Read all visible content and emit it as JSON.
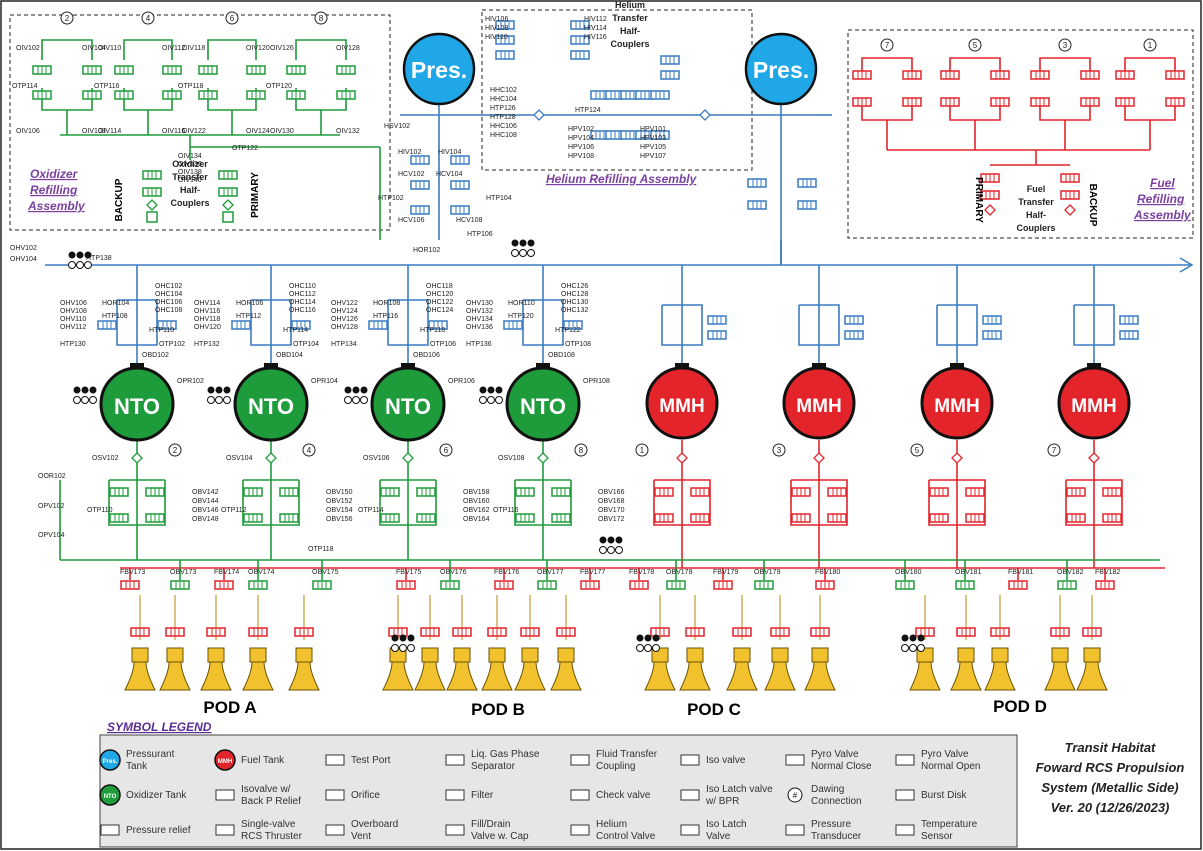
{
  "colors": {
    "oxidizer": "#1e9b3a",
    "fuel": "#e3242b",
    "helium": "#3a7cc2",
    "tank_blue": "#1fa7e8",
    "thruster": "#f2c12e",
    "assembly_label": "#7a3fa0",
    "legend_title": "#5a2d91"
  },
  "tanks": {
    "pressurant": [
      {
        "label": "Pres."
      },
      {
        "label": "Pres."
      }
    ],
    "oxidizer": [
      {
        "label": "NTO"
      },
      {
        "label": "NTO"
      },
      {
        "label": "NTO"
      },
      {
        "label": "NTO"
      }
    ],
    "fuel": [
      {
        "label": "MMH"
      },
      {
        "label": "MMH"
      },
      {
        "label": "MMH"
      },
      {
        "label": "MMH"
      }
    ]
  },
  "assemblies": {
    "oxidizer_refilling": [
      "Oxidizer",
      "Refilling",
      "Assembly"
    ],
    "helium_refilling": "Helium Refilling Assembly",
    "fuel_refilling": [
      "Fuel",
      "Refilling",
      "Assembly"
    ],
    "oxidizer_couplers": [
      "Oxidizer",
      "Transfer",
      "Half-",
      "Couplers"
    ],
    "fuel_couplers": [
      "Fuel",
      "Transfer",
      "Half-",
      "Couplers"
    ],
    "helium_couplers": [
      "Helium",
      "Transfer",
      "Half-",
      "Couplers"
    ],
    "backup": "BACKUP",
    "primary": "PRIMARY"
  },
  "coupler_numbers": {
    "oxidizer": [
      "2",
      "4",
      "6",
      "8"
    ],
    "fuel": [
      "7",
      "5",
      "3",
      "1"
    ]
  },
  "tank_numbers": {
    "oxidizer": [
      "2",
      "4",
      "6",
      "8"
    ],
    "fuel": [
      "1",
      "3",
      "5",
      "7"
    ]
  },
  "pods": [
    "POD A",
    "POD B",
    "POD C",
    "POD D"
  ],
  "valve_labels": {
    "oiv_top": [
      "OIV102",
      "OIV104",
      "OIV110",
      "OIV112",
      "OIV118",
      "OIV120",
      "OIV126",
      "OIV128"
    ],
    "oiv_bottom": [
      "OIV106",
      "OIV108",
      "OIV114",
      "OIV116",
      "OIV122",
      "OIV124",
      "OIV130",
      "OIV132"
    ],
    "otp_top": [
      "OTP114",
      "OTP116",
      "OTP118",
      "OTP120"
    ],
    "oiv_center": [
      "OIV134",
      "OIV136",
      "OIV138",
      "OIV140"
    ],
    "otp122": "OTP122",
    "hiv_top": [
      "HIV106",
      "HIV108",
      "HIV110",
      "HIV112",
      "HIV114",
      "HIV116"
    ],
    "hhc": [
      "HHC102",
      "HHC104",
      "HTP126",
      "HTP128",
      "HHC106",
      "HHC108"
    ],
    "htp124": "HTP124",
    "hpv_left": [
      "HPV102",
      "HPV104",
      "HPV106",
      "HPV108"
    ],
    "hpv_right": [
      "HPV101",
      "HPV103",
      "HPV105",
      "HPV107"
    ],
    "hsv102": "HSV102",
    "hiv_mid": [
      "HIV102",
      "HIV104"
    ],
    "hcv": [
      "HCV102",
      "HCV104",
      "HCV106",
      "HCV108"
    ],
    "htp_mid": [
      "HTP102",
      "HTP104",
      "HTP106"
    ],
    "hor102": "HOR102",
    "ohv": [
      "OHV102",
      "OHV104"
    ],
    "htp138": "HTP138",
    "ohv_groups": [
      [
        "OHV106",
        "OHV108",
        "OHV110",
        "OHV112"
      ],
      [
        "OHV114",
        "OHV116",
        "OHV118",
        "OHV120"
      ],
      [
        "OHV122",
        "OHV124",
        "OHV126",
        "OHV128"
      ],
      [
        "OHV130",
        "OHV132",
        "OHV134",
        "OHV136"
      ]
    ],
    "ohc_groups": [
      [
        "OHC102",
        "OHC104",
        "OHC106",
        "OHC108"
      ],
      [
        "OHC110",
        "OHC112",
        "OHC114",
        "OHC116"
      ],
      [
        "OHC118",
        "OHC120",
        "OHC122",
        "OHC124"
      ],
      [
        "OHC126",
        "OHC128",
        "OHC130",
        "OHC132"
      ]
    ],
    "hor": [
      "HOR104",
      "HOR106",
      "HOR108",
      "HOR110"
    ],
    "htp_a": [
      "HTP108",
      "HTP112",
      "HTP116",
      "HTP120"
    ],
    "htp_b": [
      "HTP110",
      "HTP114",
      "HTP118",
      "HTP122"
    ],
    "htp_c": [
      "HTP130",
      "HTP132",
      "HTP134",
      "HTP136"
    ],
    "otp_d": [
      "OTP102",
      "OTP104",
      "OTP106",
      "OTP108"
    ],
    "obd": [
      "OBD102",
      "OBD104",
      "OBD106",
      "OBD108"
    ],
    "opr": [
      "OPR102",
      "OPR104",
      "OPR106",
      "OPR108"
    ],
    "osv": [
      "OSV102",
      "OSV104",
      "OSV106",
      "OSV108"
    ],
    "oor102": "OOR102",
    "opv": [
      "OPV102",
      "OPV104"
    ],
    "otp_e": [
      "OTP110",
      "OTP112",
      "OTP114",
      "OTP116"
    ],
    "otp118": "OTP118",
    "obv_groups": [
      [
        "OBV142",
        "OBV144",
        "OBV146",
        "OBV148"
      ],
      [
        "OBV150",
        "OBV152",
        "OBV154",
        "OBV156"
      ],
      [
        "OBV158",
        "OBV160",
        "OBV162",
        "OBV164"
      ],
      [
        "OBV166",
        "OBV168",
        "OBV170",
        "OBV172"
      ]
    ],
    "thruster_valves": [
      "FBV173",
      "OBV173",
      "FBV174",
      "OBV174",
      "OBV175",
      "FBV175",
      "OBV176",
      "FBV176",
      "OBV177",
      "FBV177",
      "FBV178",
      "OBV178",
      "FBV179",
      "OBV179",
      "FBV180",
      "OBV180",
      "OBV181",
      "FBV181",
      "OBV182",
      "FBV182"
    ]
  },
  "legend": {
    "title": "SYMBOL LEGEND",
    "items": [
      {
        "icon": "Pres.",
        "text": [
          "Pressurant",
          "Tank"
        ]
      },
      {
        "icon": "MMH",
        "text": [
          "Fuel Tank"
        ]
      },
      {
        "icon": "",
        "text": [
          "Test Port"
        ]
      },
      {
        "icon": "",
        "text": [
          "Liq. Gas Phase",
          "Separator"
        ]
      },
      {
        "icon": "",
        "text": [
          "Fluid Transfer",
          "Coupling"
        ]
      },
      {
        "icon": "",
        "text": [
          "Iso valve"
        ]
      },
      {
        "icon": "",
        "text": [
          "Pyro Valve",
          "Normal Close"
        ]
      },
      {
        "icon": "",
        "text": [
          "Pyro Valve",
          "Normal Open"
        ]
      },
      {
        "icon": "NTO",
        "text": [
          "Oxidizer Tank"
        ]
      },
      {
        "icon": "",
        "text": [
          "Isovalve w/",
          "Back P Relief"
        ]
      },
      {
        "icon": "",
        "text": [
          "Orifice"
        ]
      },
      {
        "icon": "",
        "text": [
          "Filter"
        ]
      },
      {
        "icon": "",
        "text": [
          "Check valve"
        ]
      },
      {
        "icon": "",
        "text": [
          "Iso Latch valve",
          "w/ BPR"
        ]
      },
      {
        "icon": "#",
        "text": [
          "Dawing",
          "Connection"
        ]
      },
      {
        "icon": "",
        "text": [
          "Burst Disk"
        ]
      },
      {
        "icon": "",
        "text": [
          "Pressure relief"
        ]
      },
      {
        "icon": "",
        "text": [
          "Single-valve",
          "RCS Thruster"
        ]
      },
      {
        "icon": "",
        "text": [
          "Overboard",
          "Vent"
        ]
      },
      {
        "icon": "",
        "text": [
          "Fill/Drain",
          "Valve w. Cap"
        ]
      },
      {
        "icon": "",
        "text": [
          "Helium",
          "Control Valve"
        ]
      },
      {
        "icon": "",
        "text": [
          "Iso Latch",
          "Valve"
        ]
      },
      {
        "icon": "",
        "text": [
          "Pressure",
          "Transducer"
        ]
      },
      {
        "icon": "",
        "text": [
          "Temperature",
          "Sensor"
        ]
      }
    ]
  },
  "title_block": [
    "Transit Habitat",
    "Foward RCS Propulsion",
    "System (Metallic Side)",
    "Ver. 20 (12/26/2023)"
  ]
}
